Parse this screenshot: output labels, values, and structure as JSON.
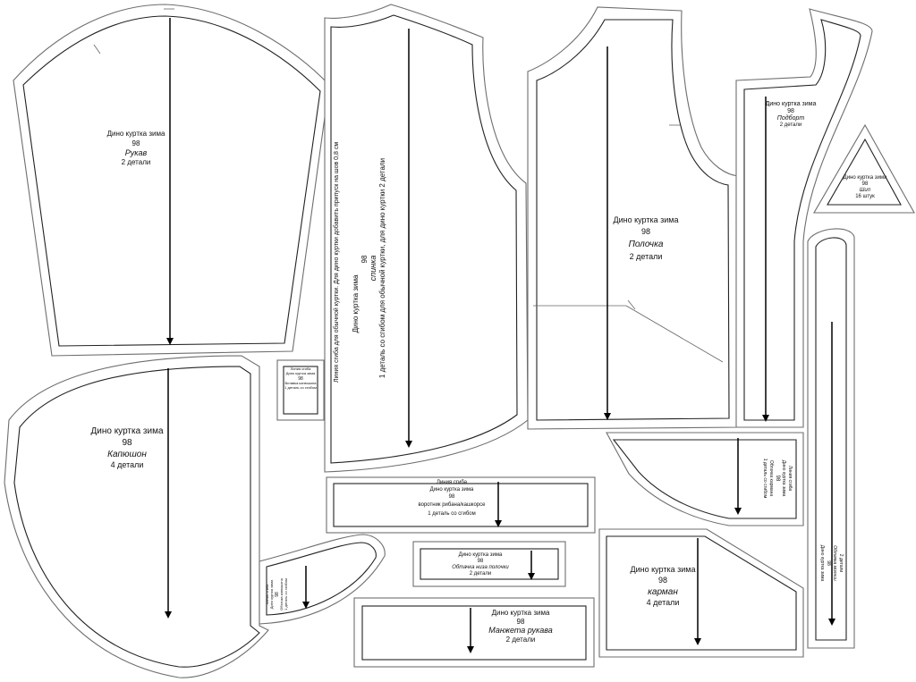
{
  "pieces": {
    "sleeve": {
      "model": "Дино куртка зима",
      "size": "98",
      "name": "Рукав",
      "count": "2 детали"
    },
    "back": {
      "note": "Линия сгиба для обычной куртки. Для дино куртки добавить припуск на шов 0,8 см",
      "model": "Дино куртка зима",
      "size": "98",
      "name": "спинка",
      "count": "1 деталь со сгибом для обычной куртки, для дино куртки 2 детали"
    },
    "front": {
      "model": "Дино куртка зима",
      "size": "98",
      "name": "Полочка",
      "count": "2 детали"
    },
    "facing": {
      "model": "Дино куртка зима",
      "size": "98",
      "name": "Подборт",
      "count": "2 детали"
    },
    "spike": {
      "model": "Дино куртка зима",
      "size": "98",
      "name": "Шип",
      "count": "16 штук"
    },
    "hood": {
      "model": "Дино куртка зима",
      "size": "98",
      "name": "Капюшон",
      "count": "4 детали"
    },
    "insert": {
      "fold": "Линия сгиба",
      "model": "Дино куртка зима",
      "size": "98",
      "name": "Вставка капюшона",
      "count": "1 деталь со сгибом"
    },
    "collar": {
      "fold": "Линия сгиба",
      "model": "Дино куртка зима",
      "size": "98",
      "name": "воротник рибана/кашкорсе",
      "count": "1 деталь со сгибом"
    },
    "hem": {
      "model": "Дино куртка зима",
      "size": "98",
      "name": "Обтачка низа полочки",
      "count": "2 детали"
    },
    "cuff": {
      "model": "Дино куртка зима",
      "size": "98",
      "name": "Манжета рукава",
      "count": "2 детали"
    },
    "pocket": {
      "model": "Дино куртка зима",
      "size": "98",
      "name": "карман",
      "count": "4 детали"
    },
    "hoodrim": {
      "fold": "Линия сгиба",
      "model": "Дино куртка зима",
      "size": "98",
      "name": "Обтачка капюшона",
      "count": "1 деталь со сгибом"
    },
    "pockrim": {
      "fold": "Линия сгиба",
      "model": "Дино куртка зима",
      "size": "98",
      "name": "Обтачка кармана",
      "count": "1 деталь со сгибом"
    },
    "strip": {
      "model": "Дино куртка зима",
      "size": "98",
      "name": "Обтачка молнии",
      "count": "2 детали"
    }
  }
}
